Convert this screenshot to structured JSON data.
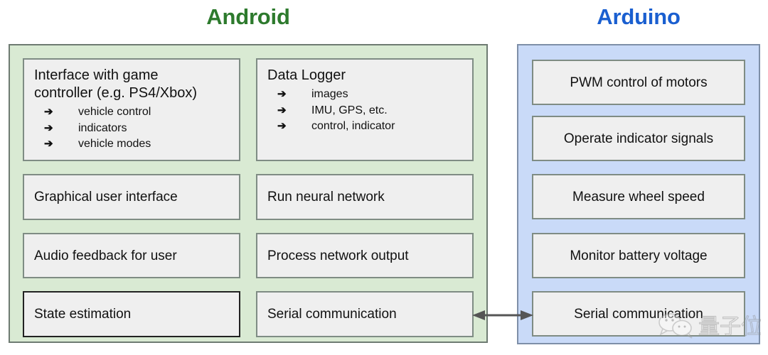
{
  "diagram": {
    "columns": [
      {
        "title": "Android",
        "title_color": "#2d7a2d",
        "panel_color": "#d9ead3"
      },
      {
        "title": "Arduino",
        "title_color": "#1a5fd0",
        "panel_color": "#c9daf8"
      }
    ],
    "android": {
      "left_column": [
        {
          "heading": "Interface with game\ncontroller (e.g. PS4/Xbox)",
          "bullets": [
            "vehicle control",
            "indicators",
            "vehicle modes"
          ],
          "bullet_glyph": "➔"
        },
        {
          "label": "Graphical user interface"
        },
        {
          "label": "Audio feedback for user"
        },
        {
          "label": "State estimation",
          "emphasis": true
        }
      ],
      "middle_column": [
        {
          "heading": "Data Logger",
          "bullets": [
            "images",
            "IMU, GPS, etc.",
            "control, indicator"
          ],
          "bullet_glyph": "➔"
        },
        {
          "label": "Run neural network"
        },
        {
          "label": "Process network output"
        },
        {
          "label": "Serial communication"
        }
      ]
    },
    "arduino": {
      "items": [
        {
          "label": "PWM control of motors"
        },
        {
          "label": "Operate indicator signals"
        },
        {
          "label": "Measure wheel speed"
        },
        {
          "label": "Monitor battery voltage"
        },
        {
          "label": "Serial communication"
        }
      ]
    },
    "connector": {
      "name": "serial-link",
      "direction": "bidirectional",
      "color": "#555555"
    },
    "watermark": {
      "text": "量子位"
    }
  }
}
